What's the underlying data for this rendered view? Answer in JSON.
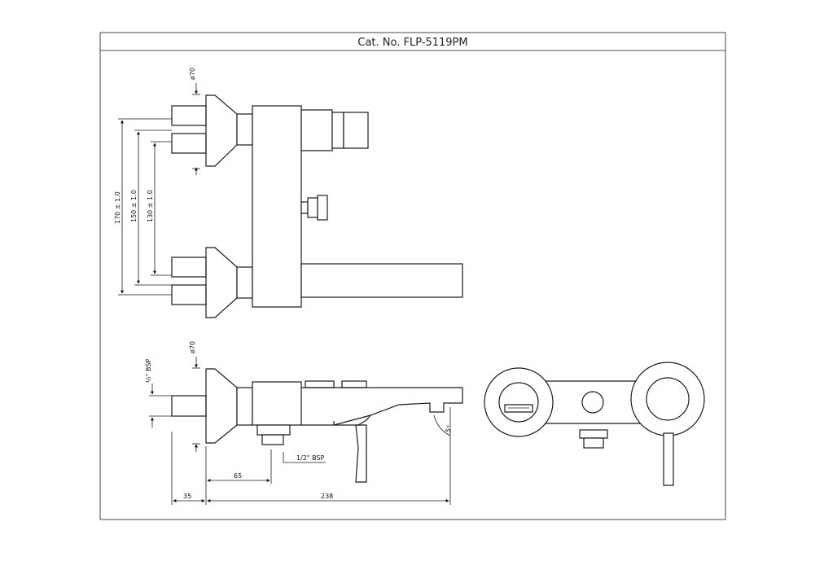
{
  "title": "Cat. No. FLP-5119PM",
  "top_view": {
    "flange_dia": "ø70",
    "dim_170": "170 ± 1.0",
    "dim_150": "150 ± 1.0",
    "dim_130": "130 ± 1.0"
  },
  "side_view": {
    "flange_dia": "ø70",
    "inlet_thread": "½\" BSP",
    "outlet_thread": "1/2\" BSP",
    "dim_65": "65",
    "dim_35": "35",
    "dim_238": "238",
    "angle": "5°"
  }
}
